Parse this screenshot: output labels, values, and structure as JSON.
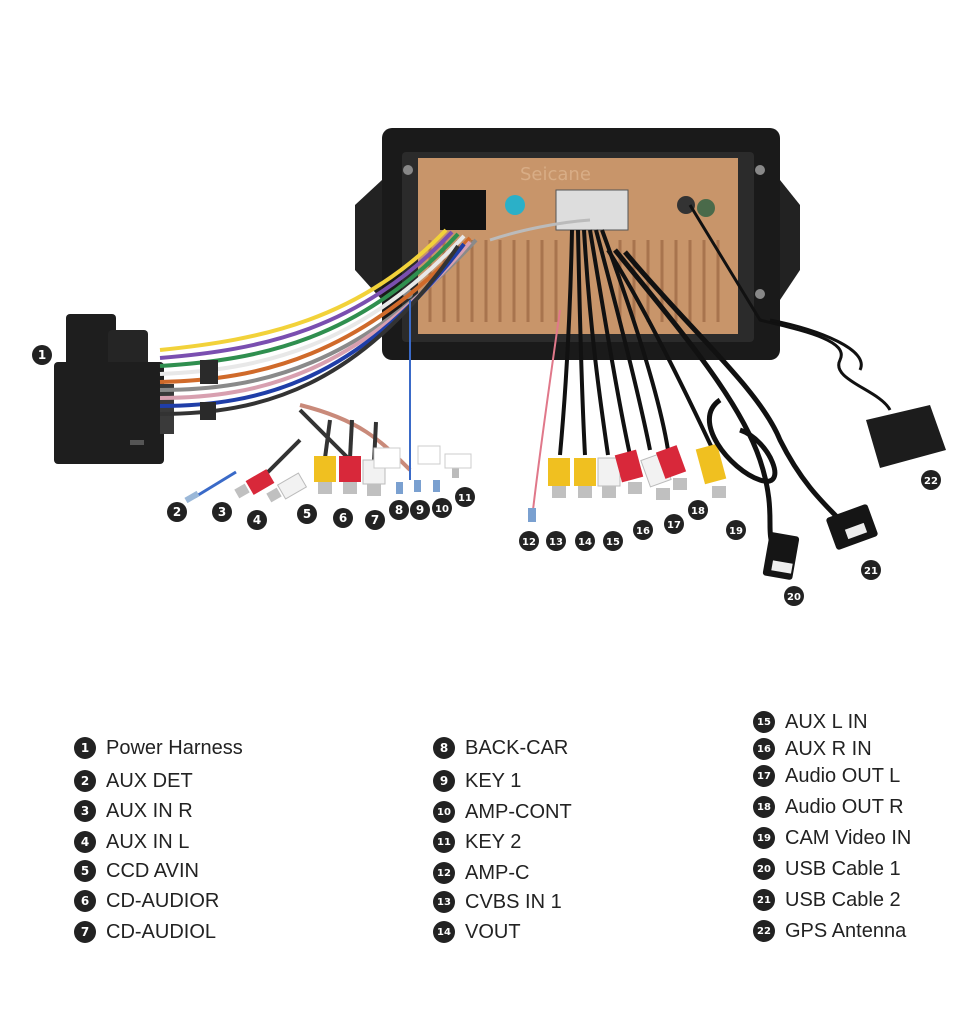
{
  "watermark": "Seicane",
  "connectors": [
    {
      "num": "1",
      "label": "Power Harness"
    },
    {
      "num": "2",
      "label": "AUX DET"
    },
    {
      "num": "3",
      "label": "AUX IN R"
    },
    {
      "num": "4",
      "label": "AUX IN L"
    },
    {
      "num": "5",
      "label": "CCD AVIN"
    },
    {
      "num": "6",
      "label": "CD-AUDIOR"
    },
    {
      "num": "7",
      "label": "CD-AUDIOL"
    },
    {
      "num": "8",
      "label": "BACK-CAR"
    },
    {
      "num": "9",
      "label": "KEY 1"
    },
    {
      "num": "10",
      "label": "AMP-CONT"
    },
    {
      "num": "11",
      "label": "KEY 2"
    },
    {
      "num": "12",
      "label": "AMP-C"
    },
    {
      "num": "13",
      "label": "CVBS IN 1"
    },
    {
      "num": "14",
      "label": "VOUT"
    },
    {
      "num": "15",
      "label": "AUX L IN"
    },
    {
      "num": "16",
      "label": "AUX R IN"
    },
    {
      "num": "17",
      "label": "Audio OUT L"
    },
    {
      "num": "18",
      "label": "Audio OUT R"
    },
    {
      "num": "19",
      "label": "CAM Video IN"
    },
    {
      "num": "20",
      "label": "USB Cable 1"
    },
    {
      "num": "21",
      "label": "USB Cable 2"
    },
    {
      "num": "22",
      "label": "GPS Antenna"
    }
  ],
  "colors": {
    "badge": "#222222",
    "radio_frame": "#1a1a1a",
    "radio_back": "#c8956a",
    "rca_red": "#d8283a",
    "rca_white": "#f2f2f2",
    "rca_yellow": "#f0c020",
    "cable_black": "#111111"
  }
}
